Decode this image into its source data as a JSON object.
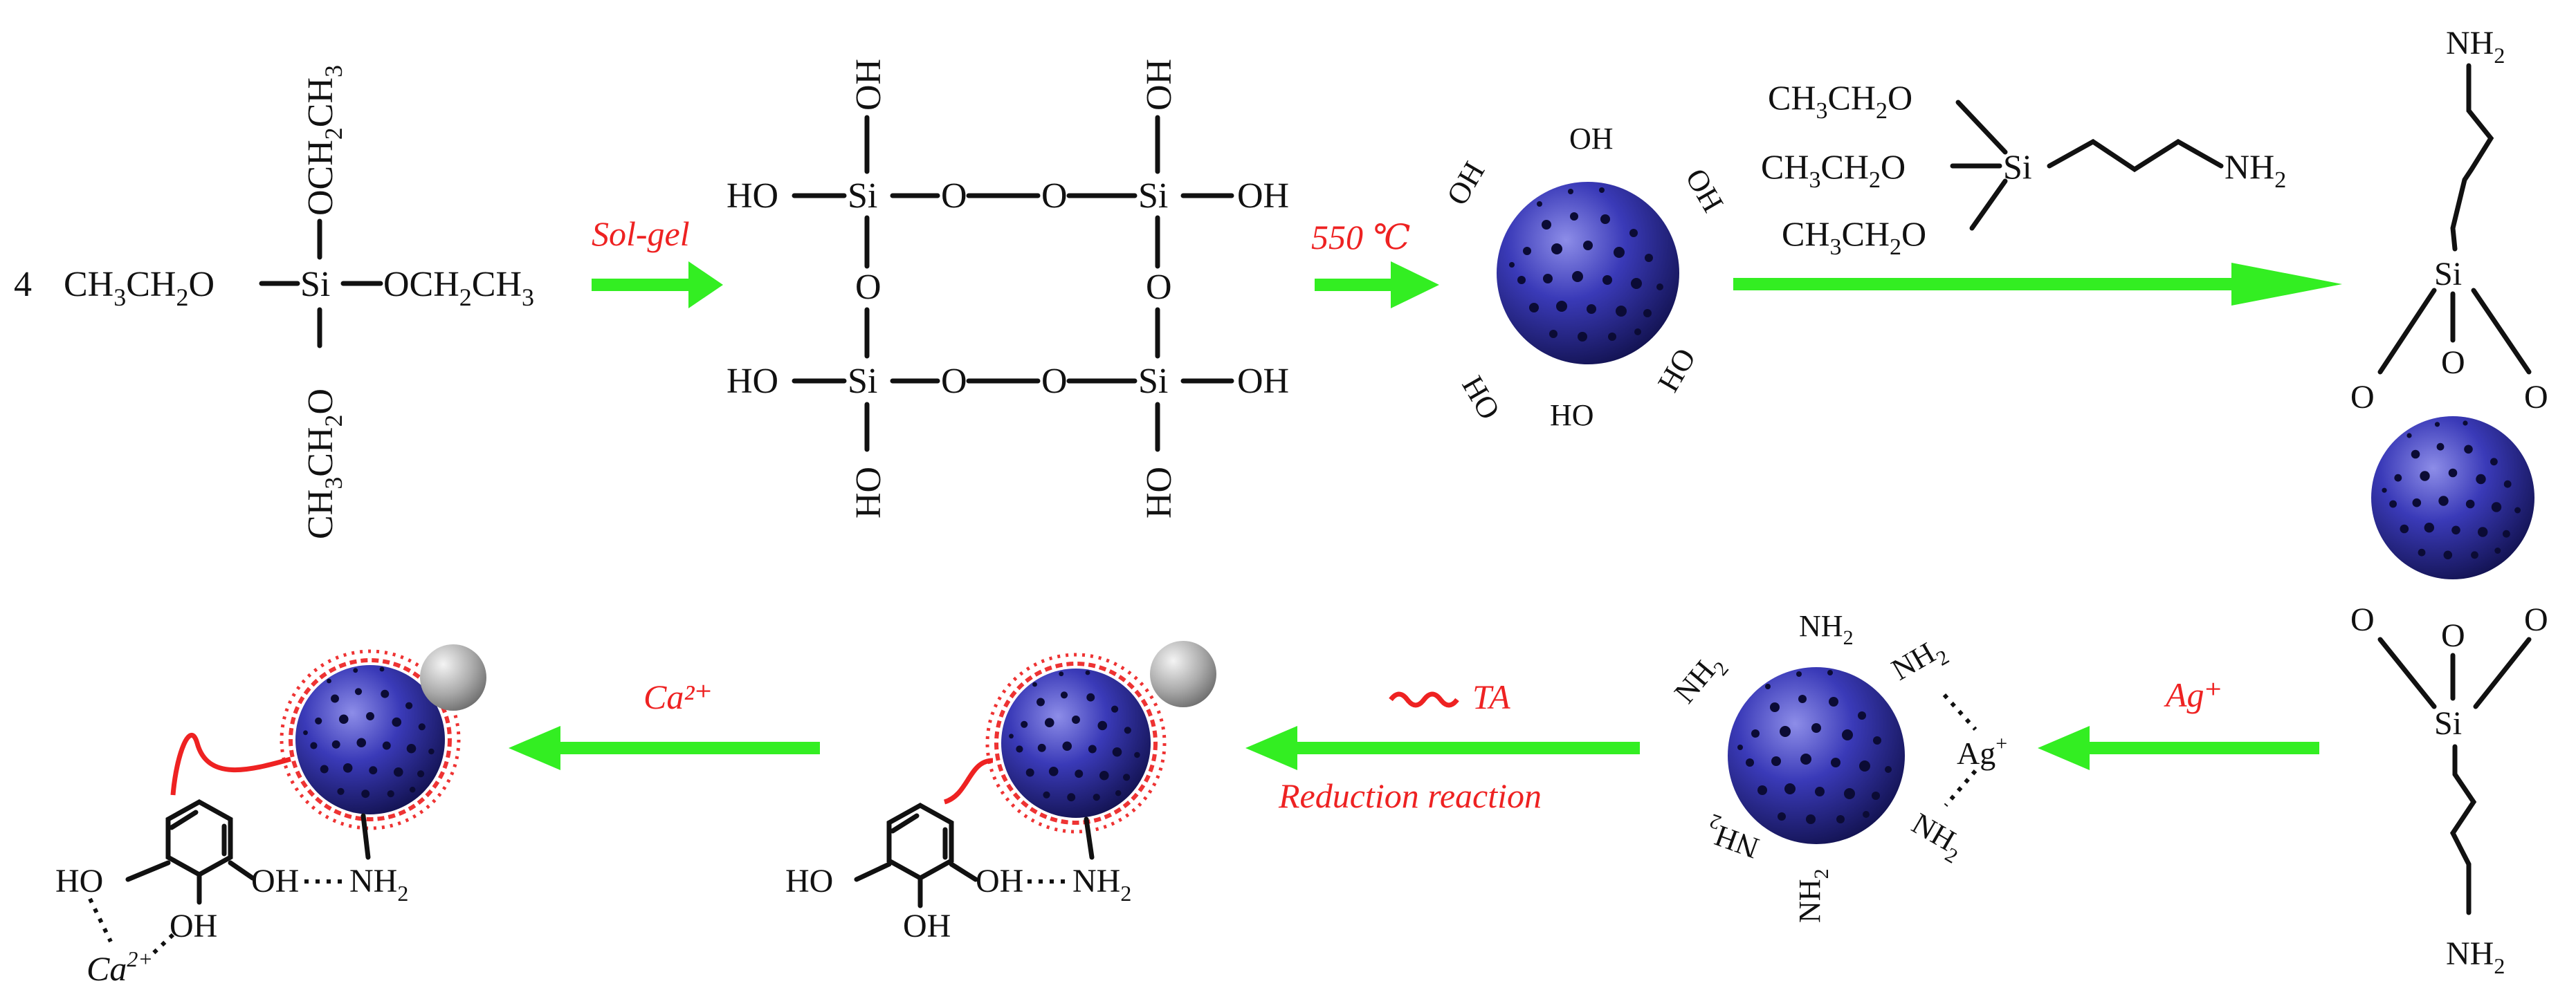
{
  "colors": {
    "arrow": "#33ee22",
    "label": "#ee2222",
    "sphere": "#3a3ab8",
    "tannin": "#ee3333",
    "silver_particle": "#aaaaaa"
  },
  "atoms": {
    "si": "Si",
    "o": "O",
    "oh": "OH",
    "ho": "HO",
    "amine": "NH",
    "two": "2",
    "ag": "Ag",
    "plus": "+",
    "two_plus": "2+",
    "ca": "Ca",
    "coeff": "4",
    "ethoxy_r": [
      "OCH",
      "2",
      "CH",
      "3"
    ],
    "ethoxy_l": [
      "CH",
      "3",
      "CH",
      "2",
      "O"
    ]
  },
  "labels": {
    "solgel": "Sol-gel",
    "temp": "550 ℃",
    "ag_step": "Ag⁺",
    "ta": "TA",
    "reduction": "Reduction reaction",
    "ca_step": "Ca²⁺"
  }
}
